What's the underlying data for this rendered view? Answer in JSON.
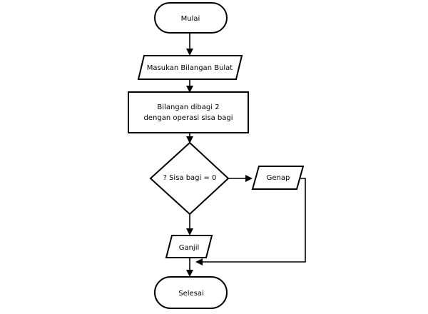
{
  "nodes": {
    "start": {
      "label": "Mulai",
      "shape": "terminator"
    },
    "input": {
      "label": "Masukan Bilangan Bulat",
      "shape": "parallelogram"
    },
    "process": {
      "label_line1": "Bilangan dibagi 2",
      "label_line2": "dengan operasi sisa bagi",
      "shape": "rectangle"
    },
    "decision": {
      "label": "? Sisa bagi = 0",
      "shape": "diamond"
    },
    "output_even": {
      "label": "Genap",
      "shape": "parallelogram"
    },
    "output_odd": {
      "label": "Ganjil",
      "shape": "parallelogram"
    },
    "end": {
      "label": "Selesai",
      "shape": "terminator"
    }
  },
  "edges": [
    {
      "from": "start",
      "to": "input"
    },
    {
      "from": "input",
      "to": "process"
    },
    {
      "from": "process",
      "to": "decision"
    },
    {
      "from": "decision",
      "to": "output_even"
    },
    {
      "from": "decision",
      "to": "output_odd"
    },
    {
      "from": "output_even",
      "to": "end"
    },
    {
      "from": "output_odd",
      "to": "end"
    }
  ],
  "colors": {
    "stroke": "#000000",
    "fill": "#ffffff",
    "background": "#ffffff"
  }
}
